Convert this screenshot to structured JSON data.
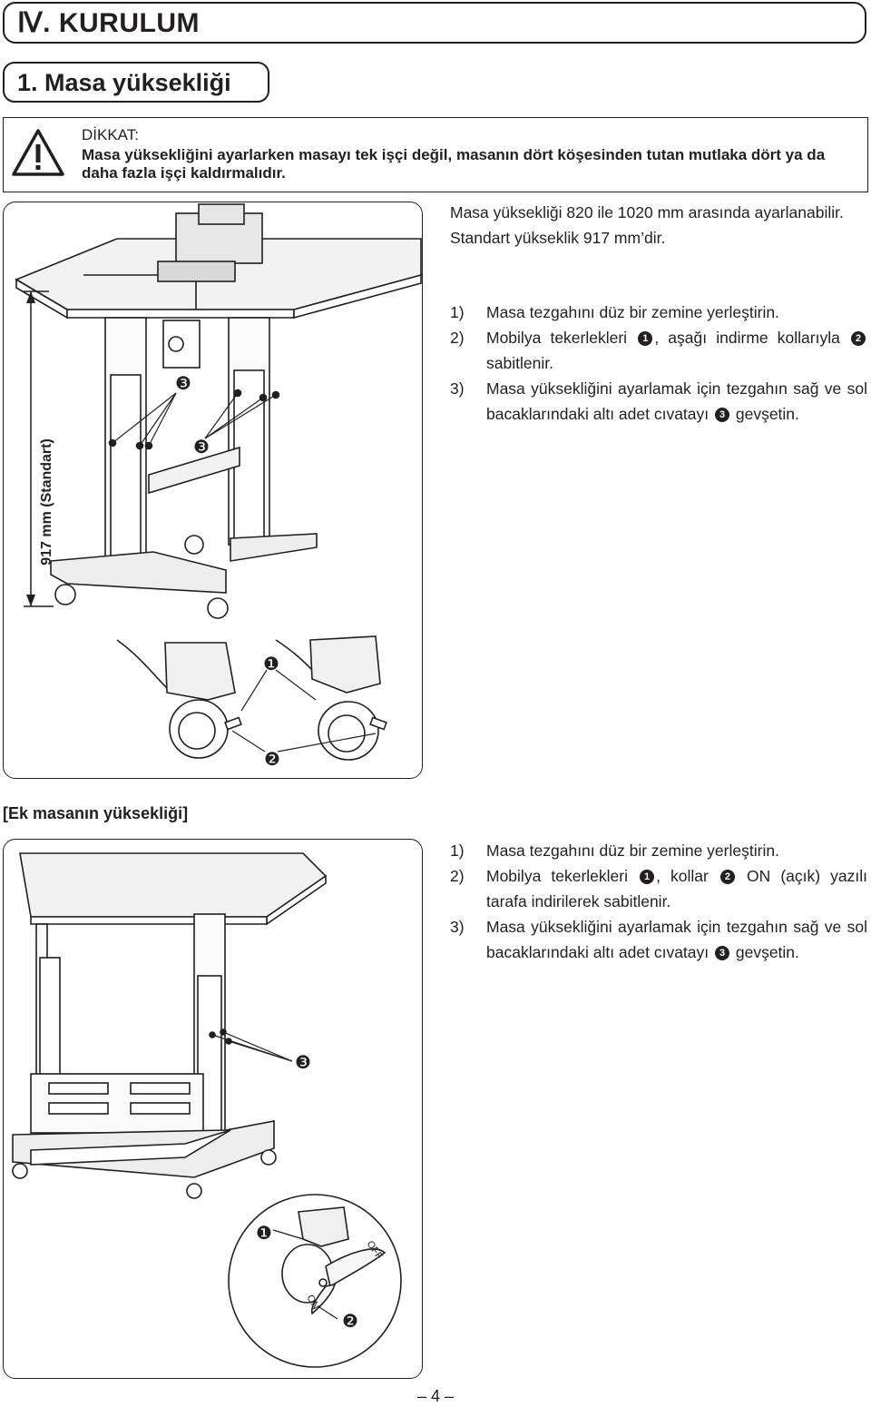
{
  "chapter": {
    "title": "Ⅳ. KURULUM"
  },
  "section": {
    "title": "1. Masa yüksekliği"
  },
  "caution": {
    "title": "DİKKAT:",
    "text": "Masa yüksekliğini ayarlarken masayı tek işçi değil, masanın dört köşesinden tutan mutlaka dört ya da daha fazla işçi kaldırmalıdır."
  },
  "main": {
    "intro": "Masa yüksekliği 820 ile 1020 mm arasında ayarlanabilir. Standart yükseklik 917 mm’dir.",
    "steps": [
      {
        "num": "1)",
        "parts": [
          "Masa tezgahını düz bir zemine yerleştirin."
        ]
      },
      {
        "num": "2)",
        "parts": [
          "Mobilya tekerlekleri ",
          ", aşağı indirme kollarıyla ",
          " sabitlenir."
        ]
      },
      {
        "num": "3)",
        "parts": [
          "Masa yüksekliğini ayarlamak için tezgahın sağ ve sol bacaklarındaki altı adet cıvatayı ",
          " gevşetin."
        ]
      }
    ],
    "figure": {
      "height_label": "917 mm (Standart)",
      "callout_1": "❶",
      "callout_2": "❷",
      "callout_3": "❸"
    }
  },
  "extra": {
    "heading": "[Ek masanın yüksekliği]",
    "steps": [
      {
        "num": "1)",
        "parts": [
          "Masa tezgahını düz bir zemine yerleştirin."
        ]
      },
      {
        "num": "2)",
        "parts": [
          "Mobilya tekerlekleri ",
          ", kollar ",
          " ON (açık) yazılı tarafa indirilerek sabitlenir."
        ]
      },
      {
        "num": "3)",
        "parts": [
          "Masa yüksekliğini ayarlamak için tezgahın sağ ve sol bacaklarındaki altı adet cıvatayı ",
          " gevşetin."
        ]
      }
    ],
    "figure": {
      "callout_1": "❶",
      "callout_2": "❷",
      "callout_3": "❸",
      "caster_on": "ON",
      "caster_off": "OFF"
    }
  },
  "footer": {
    "page": "– 4 –"
  }
}
